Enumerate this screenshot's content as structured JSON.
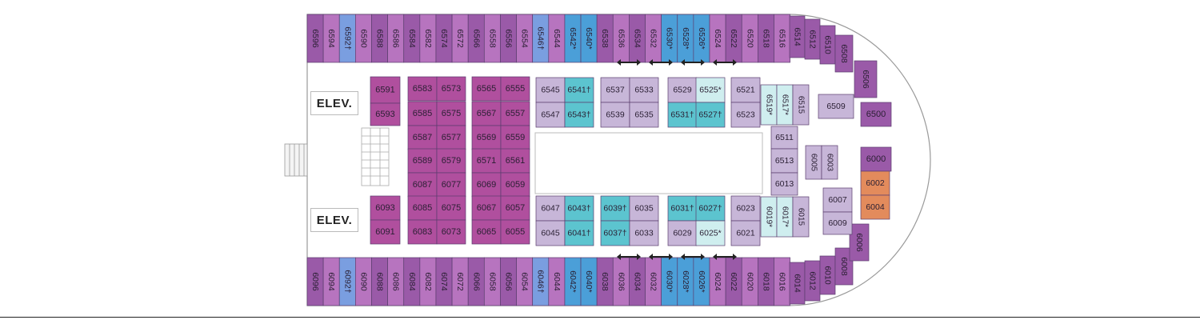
{
  "deck": {
    "elevator_label": "ELEV.",
    "colors": {
      "veranda": "#9a5aa8",
      "veranda_light": "#b774bf",
      "inside_purple": "#b04f9e",
      "inside_light": "#c07ccb",
      "lavender": "#c7b6d8",
      "teal": "#5cc4cf",
      "pale_teal": "#cfeeef",
      "blue": "#4b9fd8",
      "light_blue": "#7a9ee0",
      "orange": "#e38b5c"
    },
    "top_row": [
      "6596",
      "6594",
      "6592†",
      "6590",
      "6588",
      "6586",
      "6584",
      "6582",
      "6574",
      "6572",
      "6566",
      "6558",
      "6556",
      "6554",
      "6546†",
      "6544",
      "6542*",
      "6540*",
      "6538",
      "6536",
      "6534",
      "6532",
      "6530*",
      "6528*",
      "6526*",
      "6524",
      "6522",
      "6520",
      "6518",
      "6516"
    ],
    "bottom_row": [
      "6096",
      "6094",
      "6092†",
      "6090",
      "6088",
      "6086",
      "6084",
      "6082",
      "6074",
      "6072",
      "6066",
      "6058",
      "6056",
      "6054",
      "6046†",
      "6044",
      "6042*",
      "6040*",
      "6038",
      "6036",
      "6034",
      "6032",
      "6030*",
      "6028*",
      "6026*",
      "6024",
      "6022",
      "6020",
      "6018",
      "6016"
    ],
    "bow_top": [
      "6514",
      "6512",
      "6510",
      "6508",
      "6506"
    ],
    "bow_bottom": [
      "6014",
      "6012",
      "6010",
      "6008",
      "6006"
    ],
    "col_a": [
      "6591",
      "6593",
      "6093",
      "6091"
    ],
    "block_b": [
      [
        "6583",
        "6573"
      ],
      [
        "6585",
        "6575"
      ],
      [
        "6587",
        "6577"
      ],
      [
        "6589",
        "6579"
      ],
      [
        "6087",
        "6077"
      ],
      [
        "6085",
        "6075"
      ],
      [
        "6083",
        "6073"
      ]
    ],
    "block_c": [
      [
        "6565",
        "6555"
      ],
      [
        "6567",
        "6557"
      ],
      [
        "6569",
        "6559"
      ],
      [
        "6571",
        "6561"
      ],
      [
        "6069",
        "6059"
      ],
      [
        "6067",
        "6057"
      ],
      [
        "6065",
        "6055"
      ]
    ],
    "mid_top": [
      [
        "6545",
        "6541†",
        "6537",
        "6533",
        "6529",
        "6525*"
      ],
      [
        "6547",
        "6543†",
        "6539",
        "6535",
        "6531†",
        "6527†"
      ]
    ],
    "mid_bottom": [
      [
        "6047",
        "6043†",
        "6039†",
        "6035",
        "6031†",
        "6027†"
      ],
      [
        "6045",
        "6041†",
        "6037†",
        "6033",
        "6029",
        "6025*"
      ]
    ],
    "fwd": {
      "c6521": "6521",
      "c6523": "6523",
      "c6519": "6519*",
      "c6517": "6517*",
      "c6515": "6515",
      "c6509": "6509",
      "c6500": "6500",
      "c6511": "6511",
      "c6513": "6513",
      "c6013": "6013",
      "c6005": "6005",
      "c6003": "6003",
      "c6000": "6000",
      "c6002": "6002",
      "c6004": "6004",
      "c6007": "6007",
      "c6009": "6009",
      "c6023": "6023",
      "c6021": "6021",
      "c6019": "6019*",
      "c6017": "6017*",
      "c6015": "6015"
    }
  }
}
